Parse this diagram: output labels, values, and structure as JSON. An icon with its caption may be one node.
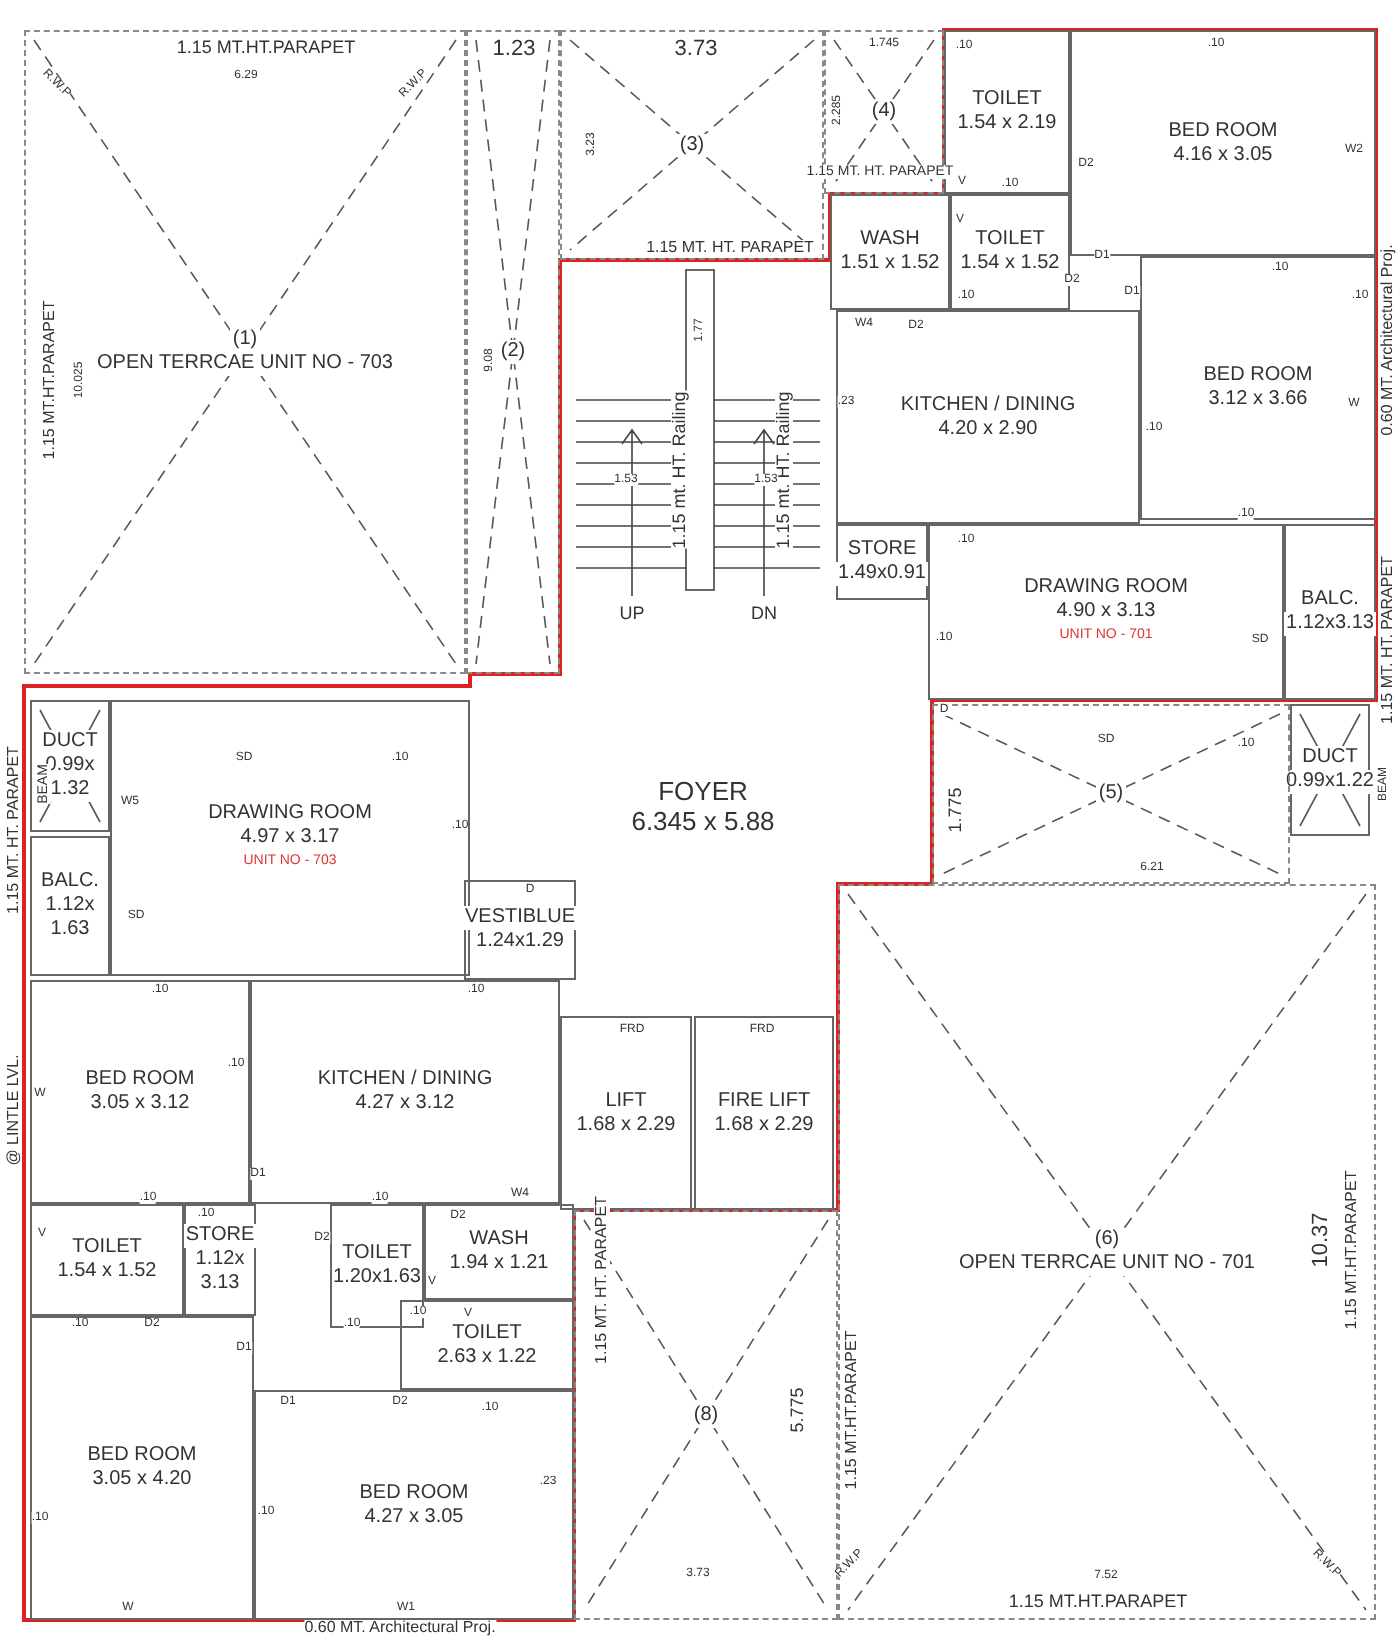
{
  "diagram": {
    "nodes": [
      {
        "text": [
          "(1)",
          "OPEN TERRCAE UNIT NO - 703"
        ]
      },
      {
        "text": [
          "(2)"
        ]
      },
      {
        "text": [
          "(3)"
        ]
      },
      {
        "text": [
          "(4)"
        ]
      },
      {
        "text": [
          "TOILET",
          "1.54 x 2.19"
        ]
      },
      {
        "text": [
          "BED ROOM",
          "4.16 x 3.05"
        ]
      },
      {
        "text": [
          "WASH",
          "1.51 x 1.52"
        ]
      },
      {
        "text": [
          "TOILET",
          "1.54 x 1.52"
        ]
      },
      {
        "text": [
          "KITCHEN / DINING",
          "4.20 x 2.90"
        ]
      },
      {
        "text": [
          "BED ROOM",
          "3.12 x 3.66"
        ]
      },
      {
        "text": [
          "STORE",
          "1.49x0.91"
        ]
      },
      {
        "text": [
          "DRAWING ROOM",
          "4.90 x 3.13",
          "UNIT NO - 701"
        ]
      },
      {
        "text": [
          "BALC.",
          "1.12x3.13"
        ]
      },
      {
        "text": [
          "FOYER",
          "6.345  x  5.88"
        ]
      },
      {
        "text": [
          "DUCT",
          "0.99x1.22"
        ]
      },
      {
        "text": [
          "(5)"
        ]
      },
      {
        "text": [
          "(6)",
          "OPEN TERRCAE UNIT NO - 701"
        ]
      },
      {
        "text": [
          "DUCT",
          "0.99x 1.32"
        ]
      },
      {
        "text": [
          "BALC.",
          "1.12x 1.63"
        ]
      },
      {
        "text": [
          "DRAWING ROOM",
          "4.97 x 3.17",
          "UNIT NO - 703"
        ]
      },
      {
        "text": [
          "VESTIBLUE",
          "1.24x1.29"
        ]
      },
      {
        "text": [
          "BED ROOM",
          "3.05 x 3.12"
        ]
      },
      {
        "text": [
          "KITCHEN / DINING",
          "4.27 x 3.12"
        ]
      },
      {
        "text": [
          "LIFT",
          "1.68 x 2.29"
        ]
      },
      {
        "text": [
          "FIRE LIFT",
          "1.68 x 2.29"
        ]
      },
      {
        "text": [
          "TOILET",
          "1.54 x 1.52"
        ]
      },
      {
        "text": [
          "STORE",
          "1.12x 3.13"
        ]
      },
      {
        "text": [
          "TOILET",
          "1.20x1.63"
        ]
      },
      {
        "text": [
          "WASH",
          "1.94 x 1.21"
        ]
      },
      {
        "text": [
          "TOILET",
          "2.63 x 1.22"
        ]
      },
      {
        "text": [
          "BED ROOM",
          "3.05 x 4.20"
        ]
      },
      {
        "text": [
          "BED ROOM",
          "4.27 x 3.05"
        ]
      },
      {
        "text": [
          "(8)"
        ]
      }
    ],
    "labels": [
      "1.15 MT.HT.PARAPET",
      "6.29",
      "R.W.P",
      "R.W.P",
      "1.23",
      "3.73",
      "1.745",
      "3.23",
      "2.285",
      "1.15 MT. HT. PARAPET",
      "1.15 MT. HT. PARAPET",
      "1.15 MT.HT.PARAPET",
      "10.025",
      "9.08",
      "1.77",
      "1.15 mt. HT. Railing",
      "1.15 mt. HT. Railing",
      "1.53",
      "1.53",
      "UP",
      "DN",
      ".10",
      ".10",
      "V",
      ".10",
      "D2",
      "W2",
      "V",
      "D1",
      "D2",
      ".10",
      "W4",
      "D2",
      ".10",
      "D1",
      ".10",
      ".23",
      ".10",
      "W",
      ".10",
      ".10",
      ".10",
      "SD",
      "0.60 MT. Architectural Proj.",
      "1.15 MT. HT. PARAPET",
      "D",
      "SD",
      ".10",
      "BEAM",
      "1.775",
      "6.21",
      "BEAM",
      "1.15 MT. HT. PARAPET",
      "@ LINTLE LVL.",
      "SD",
      ".10",
      "W5",
      ".10",
      "SD",
      "D",
      ".10",
      ".10",
      ".10",
      "W",
      "FRD",
      "FRD",
      "D1",
      ".10",
      ".10",
      "D2",
      "W4",
      "V",
      "D2",
      ".10",
      ".10",
      "D2",
      "D1",
      ".10",
      ".10",
      "V",
      "V",
      "D1",
      "D2",
      ".10",
      ".10",
      ".10",
      ".23",
      "W",
      "W1",
      "0.60 MT. Architectural Proj.",
      "1.15 MT. HT. PARAPET",
      "5.775",
      "1.15 MT.HT.PARAPET",
      "3.73",
      "10.37",
      "1.15 MT.HT.PARAPET",
      "R.W.P",
      "R.W.P",
      "7.52",
      "1.15 MT.HT.PARAPET"
    ]
  }
}
